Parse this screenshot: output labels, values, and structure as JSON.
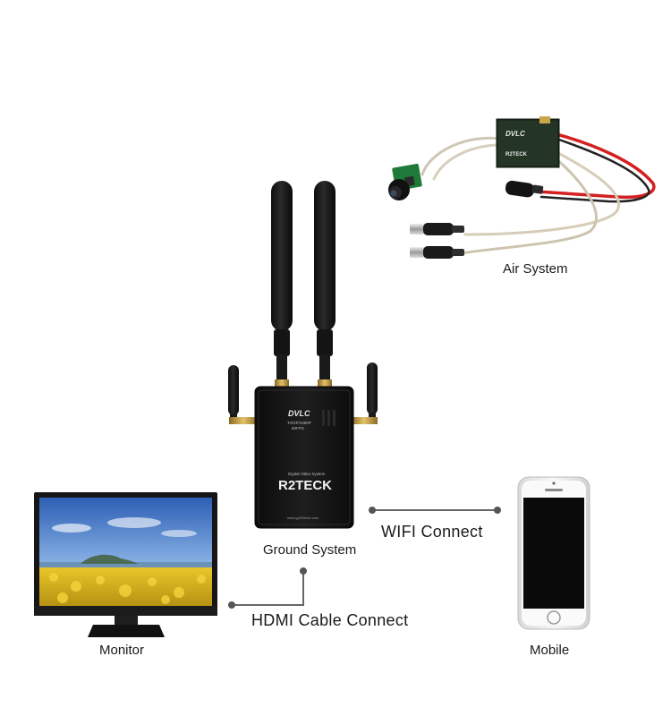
{
  "labels": {
    "air_system": "Air System",
    "ground_system": "Ground System",
    "wifi_connect": "WIFI Connect",
    "hdmi_connect": "HDMI Cable Connect",
    "monitor": "Monitor",
    "mobile": "Mobile"
  },
  "device_text": {
    "ground_brand": "DVLC",
    "ground_sub1": "TOOP/1080P",
    "ground_sub2": "60FPS",
    "ground_caption": "Digital Video System",
    "ground_logo": "R2TECK",
    "ground_url": "www.goR2teck.com",
    "air_brand": "DVLC",
    "air_logo": "R2TECK"
  },
  "colors": {
    "connector_line": "#666666",
    "device_body": "#151515",
    "antenna": "#1c1c1c",
    "red_wire": "#d42020"
  }
}
